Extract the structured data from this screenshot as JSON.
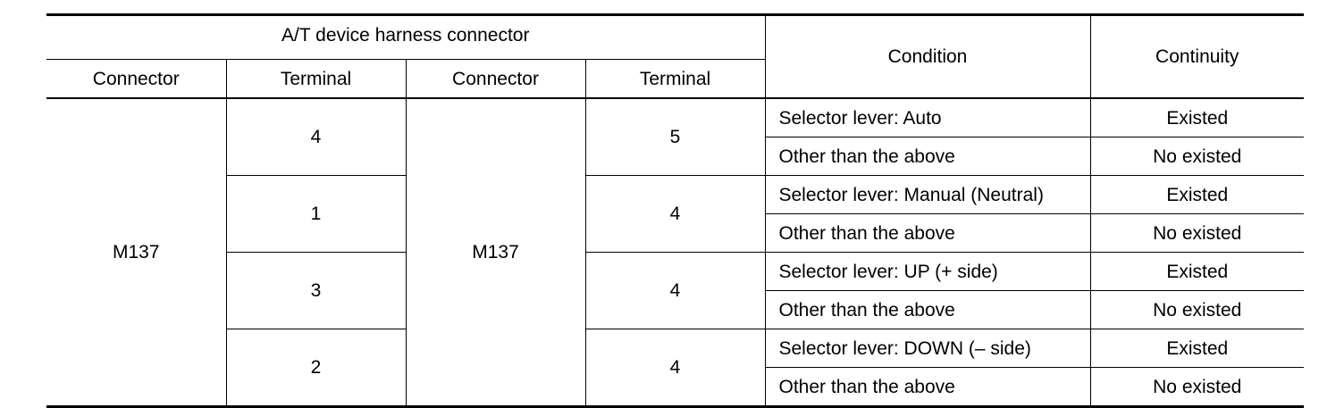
{
  "table": {
    "header_group": "A/T device harness connector",
    "headers": {
      "connector_1": "Connector",
      "terminal_1": "Terminal",
      "connector_2": "Connector",
      "terminal_2": "Terminal",
      "condition": "Condition",
      "continuity": "Continuity"
    },
    "connector_1": "M137",
    "connector_2": "M137",
    "groups": [
      {
        "terminal_1": "4",
        "terminal_2": "5",
        "rows": [
          {
            "condition": "Selector lever: Auto",
            "continuity": "Existed"
          },
          {
            "condition": "Other than the above",
            "continuity": "No existed"
          }
        ]
      },
      {
        "terminal_1": "1",
        "terminal_2": "4",
        "rows": [
          {
            "condition": "Selector lever: Manual (Neutral)",
            "continuity": "Existed"
          },
          {
            "condition": "Other than the above",
            "continuity": "No existed"
          }
        ]
      },
      {
        "terminal_1": "3",
        "terminal_2": "4",
        "rows": [
          {
            "condition": "Selector lever: UP (+ side)",
            "continuity": "Existed"
          },
          {
            "condition": "Other than the above",
            "continuity": "No existed"
          }
        ]
      },
      {
        "terminal_1": "2",
        "terminal_2": "4",
        "rows": [
          {
            "condition": "Selector lever: DOWN (– side)",
            "continuity": "Existed"
          },
          {
            "condition": "Other than the above",
            "continuity": "No existed"
          }
        ]
      }
    ]
  }
}
